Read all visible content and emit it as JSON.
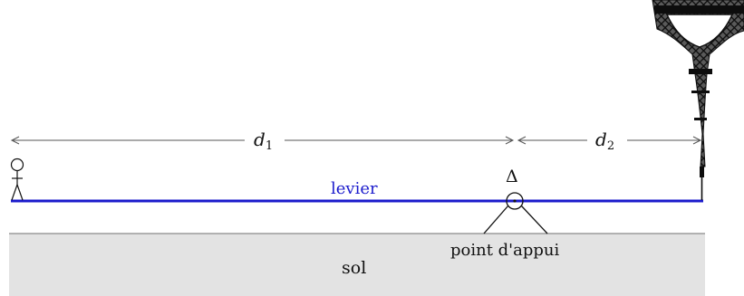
{
  "labels": {
    "d1": "d",
    "d1_sub": "1",
    "d2": "d",
    "d2_sub": "2",
    "lever": "levier",
    "pivot_symbol": "Δ",
    "fulcrum": "point d'appui",
    "ground": "sol"
  },
  "colors": {
    "lever": "#1a1acc",
    "ground_fill": "#e3e3e3",
    "ground_edge": "#8a8a8a",
    "ink": "#111111"
  },
  "figures": {
    "person": "stick-figure-person",
    "tower": "eiffel-tower"
  }
}
